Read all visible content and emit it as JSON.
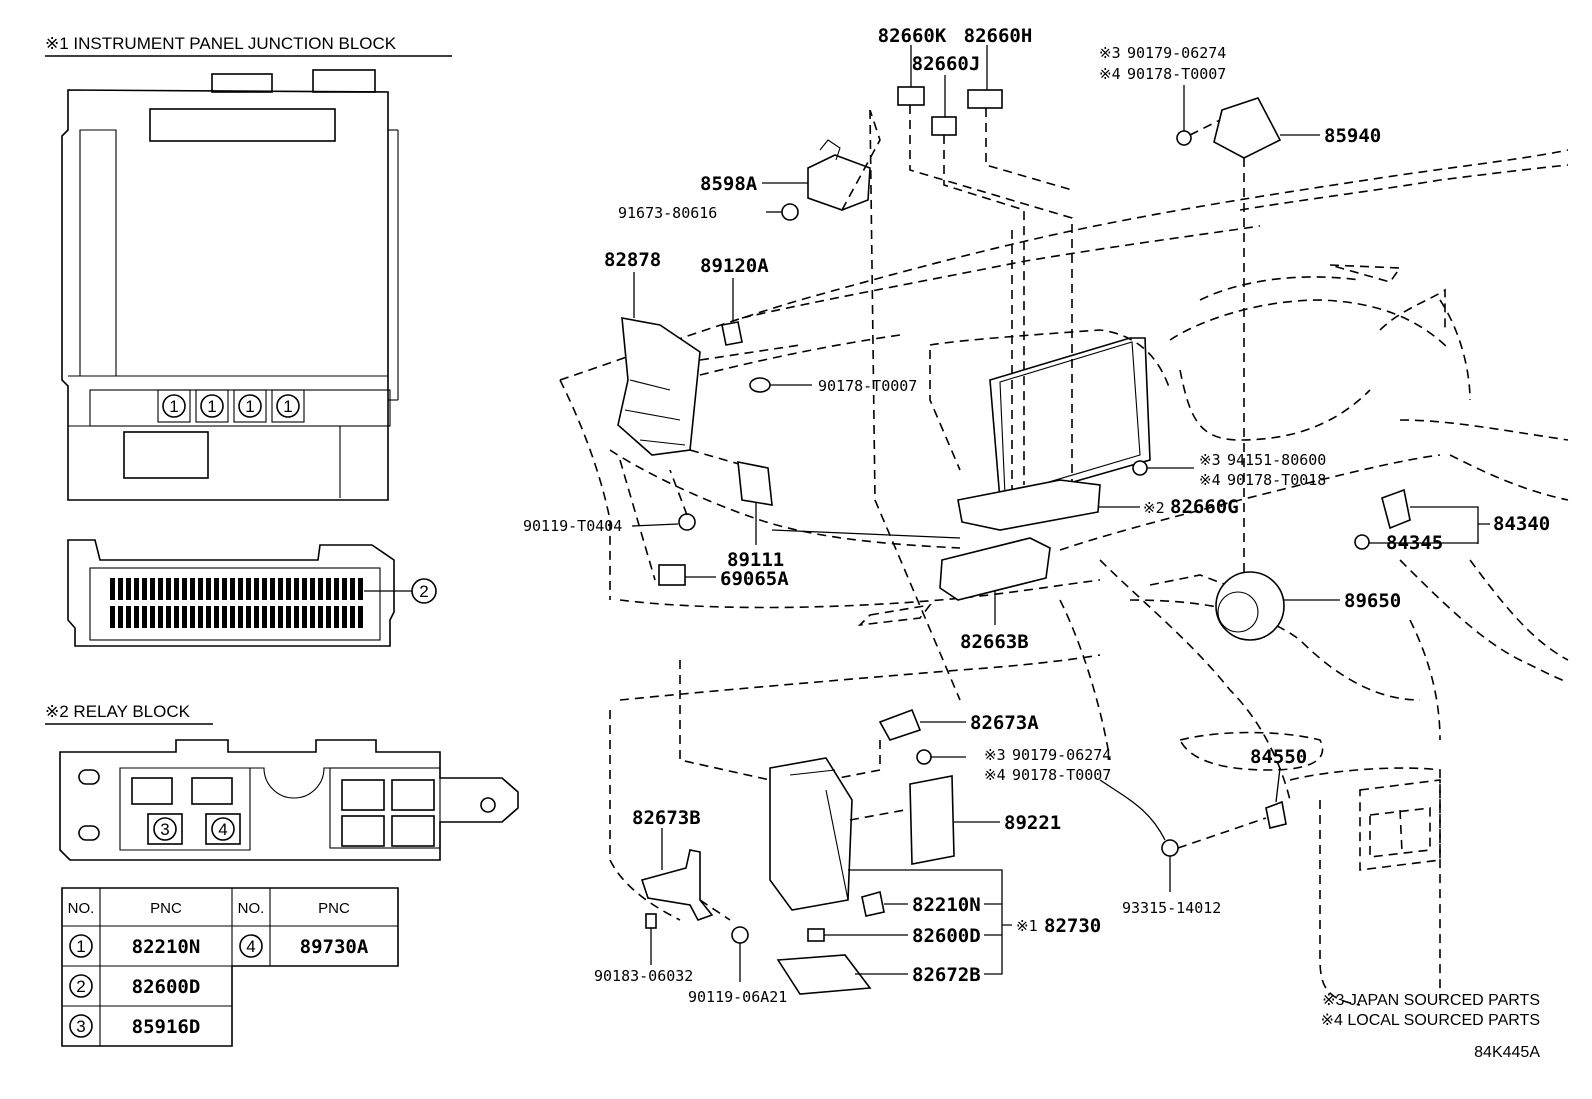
{
  "headers": {
    "junction_block": "※1 INSTRUMENT PANEL JUNCTION BLOCK",
    "relay_block": "※2 RELAY BLOCK"
  },
  "junction_markers": [
    "1",
    "1",
    "1",
    "1"
  ],
  "connector_marker": "2",
  "relay_markers": [
    "3",
    "4"
  ],
  "table": {
    "headers": [
      "NO.",
      "PNC",
      "NO.",
      "PNC"
    ],
    "rows": [
      {
        "no": "1",
        "pnc": "82210N",
        "no2": "4",
        "pnc2": "89730A"
      },
      {
        "no": "2",
        "pnc": "82600D"
      },
      {
        "no": "3",
        "pnc": "85916D"
      }
    ]
  },
  "labels": {
    "p82660K": "82660K",
    "p82660H": "82660H",
    "p82660J": "82660J",
    "p8598A": "8598A",
    "p91673": "91673-80616",
    "p82878": "82878",
    "p89120A": "89120A",
    "p90178_a": "90178-T0007",
    "p90119_t": "90119-T0404",
    "p89111": "89111",
    "p69065A": "69065A",
    "p85940": "85940",
    "n3a_mark": "※3",
    "n3a_num": "90179-06274",
    "n4a_mark": "※4",
    "n4a_num": "90178-T0007",
    "n3b_mark": "※3",
    "n3b_num": "94151-80600",
    "n4b_mark": "※4",
    "n4b_num": "90178-T0018",
    "p82660G_mark": "※2",
    "p82660G": "82660G",
    "p84340": "84340",
    "p84345": "84345",
    "p89650": "89650",
    "p82663B": "82663B",
    "p82673A": "82673A",
    "n3c_mark": "※3",
    "n3c_num": "90179-06274",
    "n4c_mark": "※4",
    "n4c_num": "90178-T0007",
    "p84550": "84550",
    "p89221": "89221",
    "p82673B": "82673B",
    "p82210N": "82210N",
    "p82730_mark": "※1",
    "p82730": "82730",
    "p82600D": "82600D",
    "p82672B": "82672B",
    "p90183": "90183-06032",
    "p90119_6": "90119-06A21",
    "p93315": "93315-14012"
  },
  "notes": {
    "japan": "※3 JAPAN SOURCED PARTS",
    "local": "※4 LOCAL SOURCED PARTS"
  },
  "code": "84K445A"
}
